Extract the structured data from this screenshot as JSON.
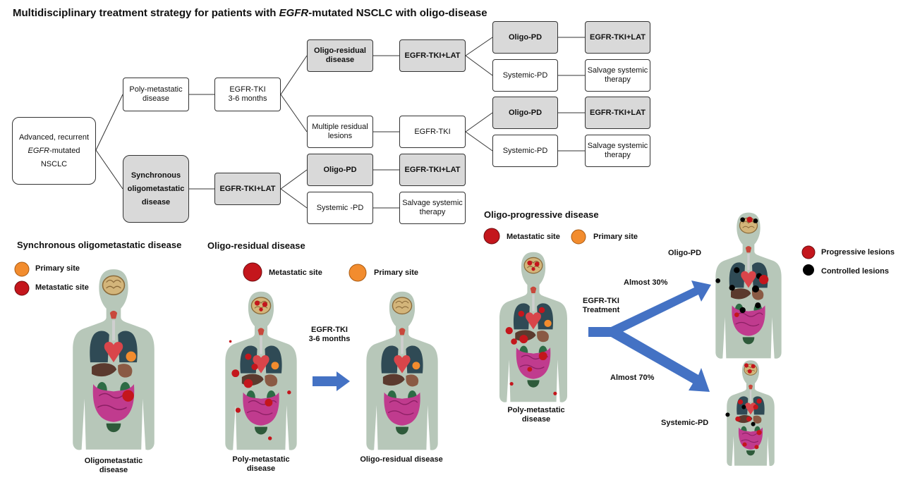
{
  "title": {
    "prefix": "Multidisciplinary treatment strategy for patients with ",
    "em": "EGFR",
    "suffix": "-mutated NSCLC with oligo-disease"
  },
  "flow": {
    "root": {
      "line1": "Advanced, recurrent",
      "line2_em": "EGFR",
      "line2": "-mutated",
      "line3": "NSCLC"
    },
    "poly": {
      "line1": "Poly-metastatic",
      "line2": "disease"
    },
    "sync": {
      "line1": "Synchronous",
      "line2": "oligometastatic",
      "line3": "disease"
    },
    "tki_3_6": {
      "line1": "EGFR-TKI",
      "line2": "3-6 months"
    },
    "tki_lat_sync": "EGFR-TKI+LAT",
    "oligo_residual": {
      "line1": "Oligo-residual",
      "line2": "disease"
    },
    "multiple_residual": {
      "line1": "Multiple residual",
      "line2": "lesions"
    },
    "tki_lat_residual": "EGFR-TKI+LAT",
    "tki_multiple": "EGFR-TKI",
    "oligo_pd_1": "Oligo-PD",
    "systemic_pd_1": "Systemic-PD",
    "tki_lat_1": "EGFR-TKI+LAT",
    "salvage_1": {
      "line1": "Salvage systemic",
      "line2": "therapy"
    },
    "oligo_pd_2": "Oligo-PD",
    "systemic_pd_2": "Systemic-PD",
    "tki_lat_2": "EGFR-TKI+LAT",
    "salvage_2": {
      "line1": "Salvage systemic",
      "line2": "therapy"
    },
    "oligo_pd_3": "Oligo-PD",
    "systemic_pd_3": "Systemic -PD",
    "tki_lat_3": "EGFR-TKI+LAT",
    "salvage_3": {
      "line1": "Salvage systemic",
      "line2": "therapy"
    }
  },
  "panel_sync": {
    "heading": "Synchronous oligometastatic disease",
    "legend_primary": "Primary site",
    "legend_metastatic": "Metastatic site",
    "caption": {
      "line1": "Oligometastatic",
      "line2": "disease"
    }
  },
  "panel_residual": {
    "heading": "Oligo-residual disease",
    "legend_metastatic": "Metastatic site",
    "legend_primary": "Primary site",
    "arrow_label": {
      "line1": "EGFR-TKI",
      "line2": "3-6 months"
    },
    "caption_left": {
      "line1": "Poly-metastatic",
      "line2": "disease"
    },
    "caption_right": "Oligo-residual disease"
  },
  "panel_progressive": {
    "heading": "Oligo-progressive disease",
    "legend_metastatic": "Metastatic site",
    "legend_primary": "Primary site",
    "treatment": {
      "line1": "EGFR-TKI",
      "line2": "Treatment"
    },
    "pct_30": "Almost 30%",
    "pct_70": "Almost 70%",
    "oligo_pd": "Oligo-PD",
    "systemic_pd": "Systemic-PD",
    "legend_progressive": "Progressive lesions",
    "legend_controlled": "Controlled lesions",
    "caption": {
      "line1": "Poly-metastatic",
      "line2": "disease"
    }
  },
  "colors": {
    "grey_box": "#d9d9d9",
    "body": "#b7c7b9",
    "metastatic": "#c4161c",
    "primary": "#f28c2e",
    "controlled": "#000000",
    "arrow": "#4472c4"
  }
}
